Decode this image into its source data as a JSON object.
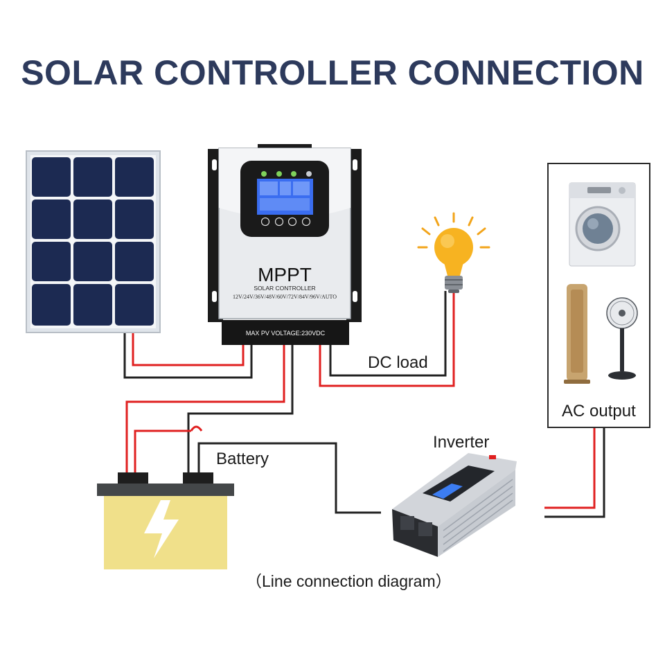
{
  "title": "SOLAR CONTROLLER CONNECTION",
  "controller": {
    "brand": "MPPT",
    "subtitle": "SOLAR CONTROLLER",
    "voltages": "12V/24V/36V/48V/60V/72V/84V/96V/AUTO",
    "max_pv": "MAX PV VOLTAGE:230VDC"
  },
  "labels": {
    "dc_load": "DC load",
    "battery": "Battery",
    "inverter": "Inverter",
    "ac_output": "AC output",
    "caption": "（Line connection diagram）"
  },
  "colors": {
    "title": "#2d3a5c",
    "positive_wire": "#e02020",
    "negative_wire": "#222222",
    "battery_body": "#f0e08a",
    "panel_cell": "#1c2a52"
  }
}
